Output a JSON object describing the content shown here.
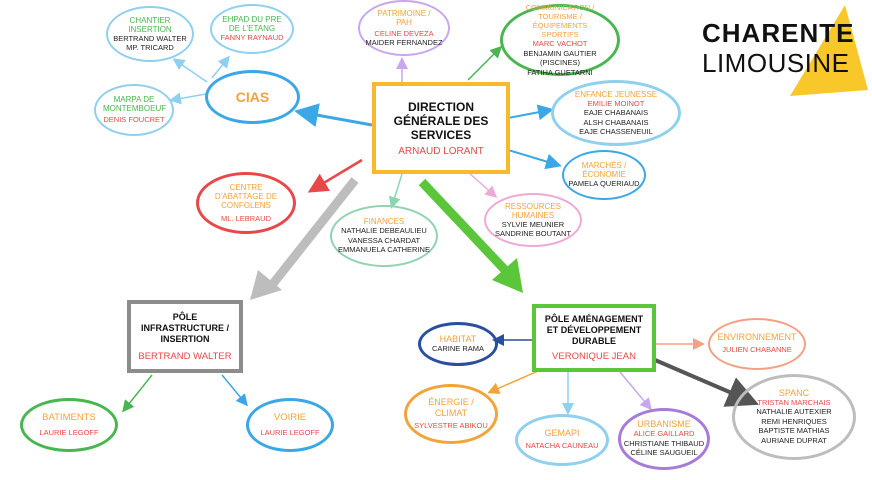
{
  "logo": {
    "line1": "CHARENTE",
    "line2": "LIMOUSINE"
  },
  "direction": {
    "title": "DIRECTION GÉNÉRALE DES SERVICES",
    "lead": "ARNAUD LORANT"
  },
  "cias": {
    "title": "CIAS"
  },
  "chantier": {
    "title": "CHANTIER INSERTION",
    "people": [
      "BERTRAND WALTER",
      "MP. TRICARD"
    ]
  },
  "ehpad": {
    "title": "EHPAD DU PRE DE L'ETANG",
    "lead": "FANNY RAYNAUD"
  },
  "marpa": {
    "title": "MARPA DE MONTEMBOEUF",
    "lead": "DENIS FOUCRET"
  },
  "patrimoine": {
    "title": "PATRIMOINE / PAH",
    "lead": "CELINE DEVEZA",
    "people": [
      "MAIDER FERNANDEZ"
    ]
  },
  "communication": {
    "title": "COMMUNICATION / TOURISME / ÉQUIPEMENTS SPORTIFS",
    "lead": "MARC VACHOT",
    "people": [
      "BENJAMIN GAUTIER (PISCINES)",
      "FATIHA GUETARNI"
    ]
  },
  "enfance": {
    "title": "ENFANCE JEUNESSE",
    "lead": "EMILIE MOINOT",
    "people": [
      "EAJE CHABANAIS",
      "ALSH CHABANAIS",
      "EAJE CHASSENEUIL"
    ]
  },
  "marches": {
    "title": "MARCHÉS / ÉCONOMIE",
    "people": [
      "PAMELA QUERIAUD"
    ]
  },
  "rh": {
    "title": "RESSOURCES HUMAINES",
    "people": [
      "SYLVIE MEUNIER",
      "SANDRINE BOUTANT"
    ]
  },
  "finances": {
    "title": "FINANCES",
    "people": [
      "NATHALIE DEBEAULIEU",
      "VANESSA CHARDAT",
      "EMMANUELA CATHERINE"
    ]
  },
  "abattage": {
    "title": "CENTRE D'ABATTAGE DE CONFOLENS",
    "lead": "ML. LEBRAUD"
  },
  "infra": {
    "title": "PÔLE INFRASTRUCTURE / INSERTION",
    "lead": "BERTRAND WALTER"
  },
  "batiments": {
    "title": "BATIMENTS",
    "lead": "LAURIE LEGOFF"
  },
  "voirie": {
    "title": "VOIRIE",
    "lead": "LAURIE LEGOFF"
  },
  "amenagement": {
    "title": "PÔLE AMÉNAGEMENT ET DÉVELOPPEMENT DURABLE",
    "lead": "VERONIQUE JEAN"
  },
  "habitat": {
    "title": "HABITAT",
    "people": [
      "CARINE RAMA"
    ]
  },
  "environnement": {
    "title": "ENVIRONNEMENT",
    "lead": "JULIEN CHABANNE"
  },
  "energie": {
    "title": "ÉNERGIE / CLIMAT",
    "lead": "SYLVESTRE ABIKOU"
  },
  "gemapi": {
    "title": "GEMAPI",
    "lead": "NATACHA CAUNEAU"
  },
  "urbanisme": {
    "title": "URBANISME",
    "lead": "ALICE GAILLARD",
    "people": [
      "CHRISTIANE THIBAUD",
      "CÉLINE SAUGUEIL"
    ]
  },
  "spanc": {
    "title": "SPANC",
    "lead": "TRISTAN MARCHAIS",
    "people": [
      "NATHALIE AUTEXIER",
      "REMI HENRIQUES",
      "BAPTISTE MATHIAS",
      "AURIANE DUPRAT"
    ]
  },
  "colors": {
    "orange": "#f2a33a",
    "blue": "#3ba7e6",
    "green": "#49b652",
    "red": "#e8484a",
    "purple": "#a77bd8",
    "pink": "#e98fc9",
    "grey": "#8c8c8c",
    "dark_grey": "#555555",
    "lime": "#5bc639",
    "salmon": "#f2a184",
    "navy": "#2b4f9f",
    "teal": "#8fd3b0",
    "light_blue": "#8fd0ef",
    "yellow": "#f8c82a"
  }
}
